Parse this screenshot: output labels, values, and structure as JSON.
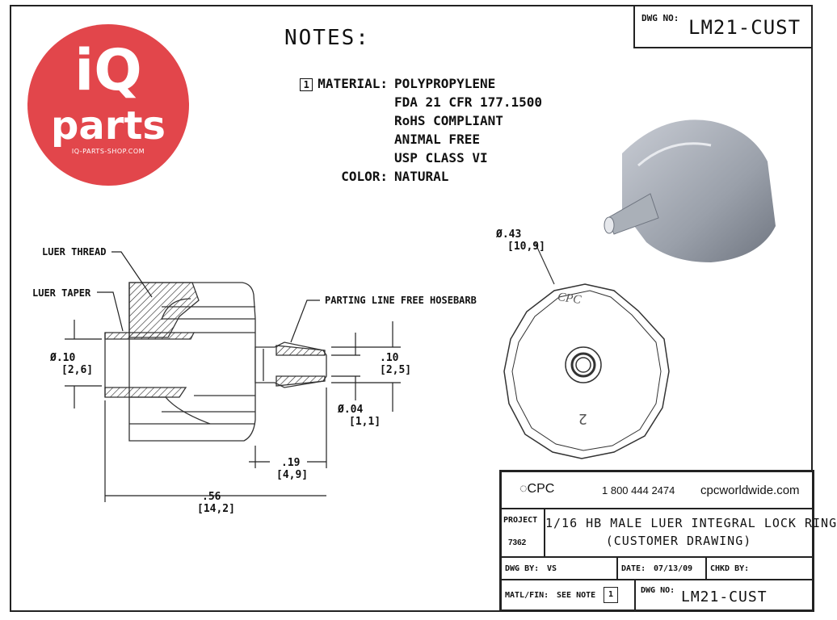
{
  "logo": {
    "brand_top": "iQ",
    "brand_bottom": "parts",
    "site": "IQ-PARTS-SHOP.COM"
  },
  "header": {
    "dwg_no_label": "DWG NO:",
    "dwg_no_value": "LM21-CUST"
  },
  "notes": {
    "title": "NOTES:",
    "note_number": "1",
    "material_label": "MATERIAL:",
    "material_lines": [
      "POLYPROPYLENE",
      "FDA 21 CFR 177.1500",
      "RoHS COMPLIANT",
      "ANIMAL FREE",
      "USP CLASS VI"
    ],
    "color_label": "COLOR:",
    "color_value": "NATURAL"
  },
  "callouts": {
    "luer_thread": "LUER THREAD",
    "luer_taper": "LUER TAPER",
    "hosebarb": "PARTING LINE FREE HOSEBARB"
  },
  "dimensions": {
    "left_dia": ".10",
    "left_dia_mm": "[2,6]",
    "barb_od": ".10",
    "barb_od_mm": "[2,5]",
    "barb_id": ".04",
    "barb_id_mm": "[1,1]",
    "barb_len": ".19",
    "barb_len_mm": "[4,9]",
    "overall_len": ".56",
    "overall_len_mm": "[14,2]",
    "end_dia": ".43",
    "end_dia_mm": "[10,9]",
    "dia_symbol": "Ø"
  },
  "end_view": {
    "brand_mark": "CPC",
    "cavity_number": "2"
  },
  "title_block": {
    "company": "CPC",
    "phone": "1 800 444 2474",
    "website": "cpcworldwide.com",
    "project_label": "PROJECT",
    "project_number": "7362",
    "title_line1": "1/16 HB MALE LUER INTEGRAL LOCK RING",
    "title_line2": "(CUSTOMER DRAWING)",
    "dwg_by_label": "DWG BY:",
    "dwg_by_value": "VS",
    "date_label": "DATE:",
    "date_value": "07/13/09",
    "chkd_by_label": "CHKD BY:",
    "matl_label": "MATL/FIN:",
    "matl_value": "SEE NOTE",
    "matl_note": "1",
    "dwg_no_label": "DWG NO:",
    "dwg_no_value": "LM21-CUST"
  }
}
